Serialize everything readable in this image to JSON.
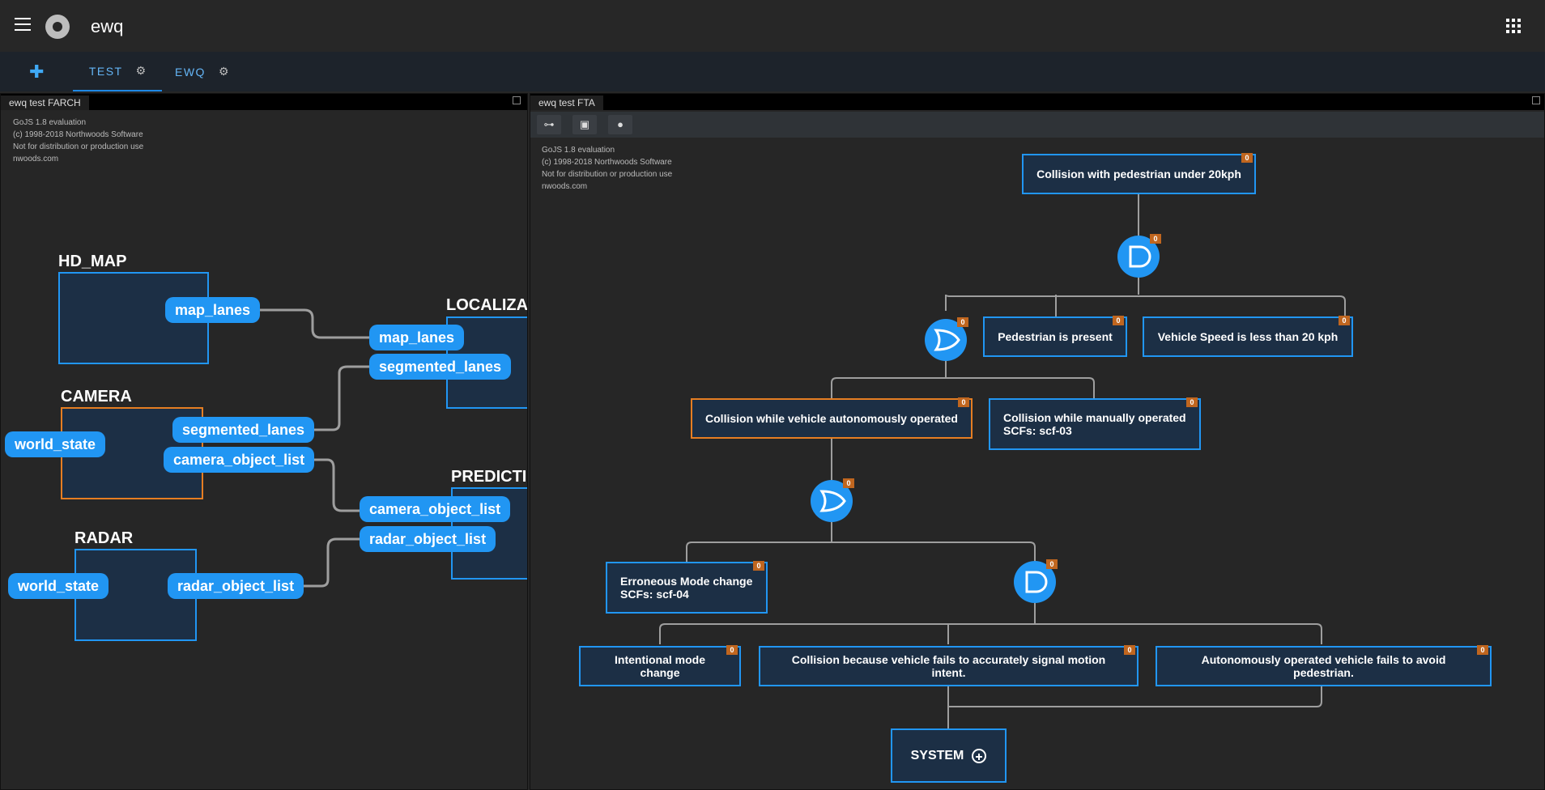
{
  "app": {
    "title": "ewq"
  },
  "tabs": [
    {
      "label": "TEST",
      "active": true
    },
    {
      "label": "EWQ",
      "active": false
    }
  ],
  "watermark": [
    "GoJS 1.8 evaluation",
    "(c) 1998-2018 Northwoods Software",
    "Not for distribution or production use",
    "nwoods.com"
  ],
  "farch": {
    "panel_title": "ewq test FARCH",
    "components": {
      "hd_map": "HD_MAP",
      "camera": "CAMERA",
      "radar": "RADAR",
      "localization": "LOCALIZA",
      "prediction": "PREDICTI"
    },
    "ports": {
      "hd_map_out": "map_lanes",
      "loc_in_map": "map_lanes",
      "loc_in_seg": "segmented_lanes",
      "cam_in": "world_state",
      "cam_out_seg": "segmented_lanes",
      "cam_out_obj": "camera_object_list",
      "pred_in_cam": "camera_object_list",
      "pred_in_radar": "radar_object_list",
      "radar_in": "world_state",
      "radar_out": "radar_object_list"
    }
  },
  "fta": {
    "panel_title": "ewq test FTA",
    "toolbar_icons": [
      "tree-layout-icon",
      "overview-icon",
      "alert-icon"
    ],
    "badge": "0",
    "nodes": {
      "top": "Collision with pedestrian under 20kph",
      "pedestrian": "Pedestrian is present",
      "speed": "Vehicle Speed is less than 20 kph",
      "auto": "Collision while vehicle autonomously operated",
      "manual_1": "Collision while manually operated",
      "manual_2": "SCFs: scf-03",
      "erroneous_1": "Erroneous Mode change",
      "erroneous_2": "SCFs: scf-04",
      "intentional": "Intentional mode change",
      "signal": "Collision because vehicle fails to accurately signal motion intent.",
      "avoid": "Autonomously operated vehicle fails to avoid pedestrian.",
      "system": "SYSTEM"
    }
  },
  "colors": {
    "accent": "#2196f3",
    "fault_highlight": "#e67e22",
    "node_fill": "#1c2f45",
    "badge": "#c0661f"
  }
}
